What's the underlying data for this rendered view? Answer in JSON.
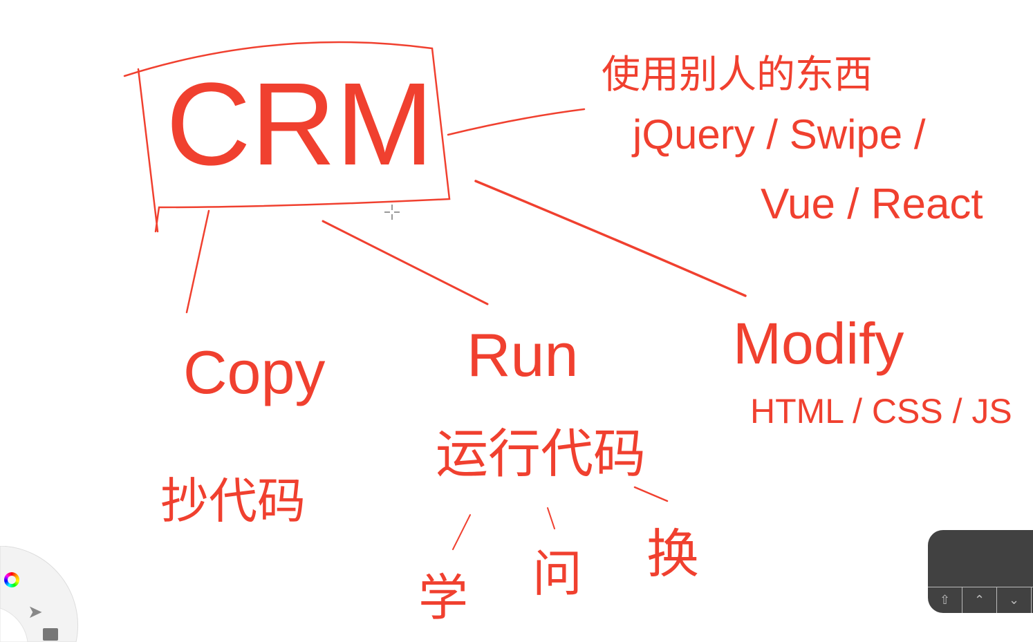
{
  "canvas": {
    "ink_color": "#f0402f",
    "center": "CRM",
    "top_note_line1": "使用别人的东西",
    "top_note_line2": "jQuery / Swipe /",
    "top_note_line3": "Vue / React",
    "branches": [
      {
        "label": "Copy",
        "note": "抄代码"
      },
      {
        "label": "Run",
        "note": "运行代码",
        "sub": [
          "学",
          "问",
          "换"
        ]
      },
      {
        "label": "Modify",
        "note": "HTML / CSS / JS"
      }
    ]
  },
  "toolbar": {
    "tools": [
      "color-wheel-icon",
      "pointer-arrow-icon",
      "pages-icon"
    ]
  },
  "keypad": {
    "keys": [
      "⇧",
      "⌃",
      "⌄"
    ],
    "color": "#414141"
  }
}
